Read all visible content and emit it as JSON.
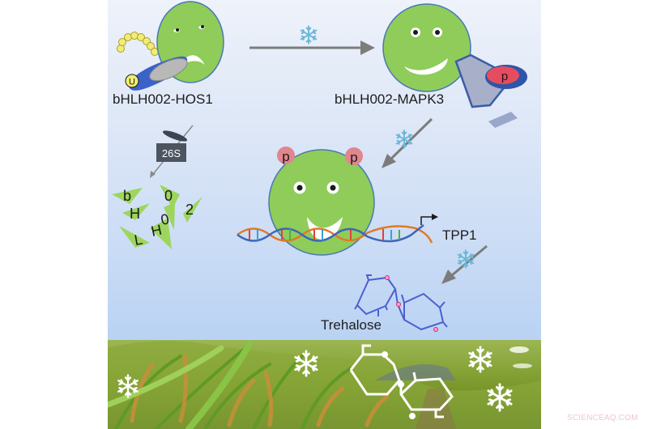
{
  "complexes": {
    "left_label": "bHLH002-HOS1",
    "right_label": "bHLH002-MAPK3",
    "ubiquitin_tag": "U",
    "phospho_tag": "p"
  },
  "degradation": {
    "proteasome_label": "26S",
    "fragments": [
      "b",
      "H",
      "L",
      "H",
      "0",
      "0",
      "2"
    ]
  },
  "activated": {
    "phospho_left": "p",
    "phospho_right": "p"
  },
  "target_gene": "TPP1",
  "product": "Trehalose",
  "watermark": "SCIENCEAQ.COM",
  "colors": {
    "protein_green": "#8fcc5a",
    "protein_outline": "#4a78b5",
    "phospho_pink": "#e0868f",
    "kinase_grey": "#a7b0c8",
    "kinase_red": "#e64c5f",
    "ubiquitin_yellow": "#f2ec72",
    "arrow_grey": "#7c7c7c",
    "trehalose_blue": "#4b5fd0",
    "snowflake_blue": "#6ab7d8"
  }
}
